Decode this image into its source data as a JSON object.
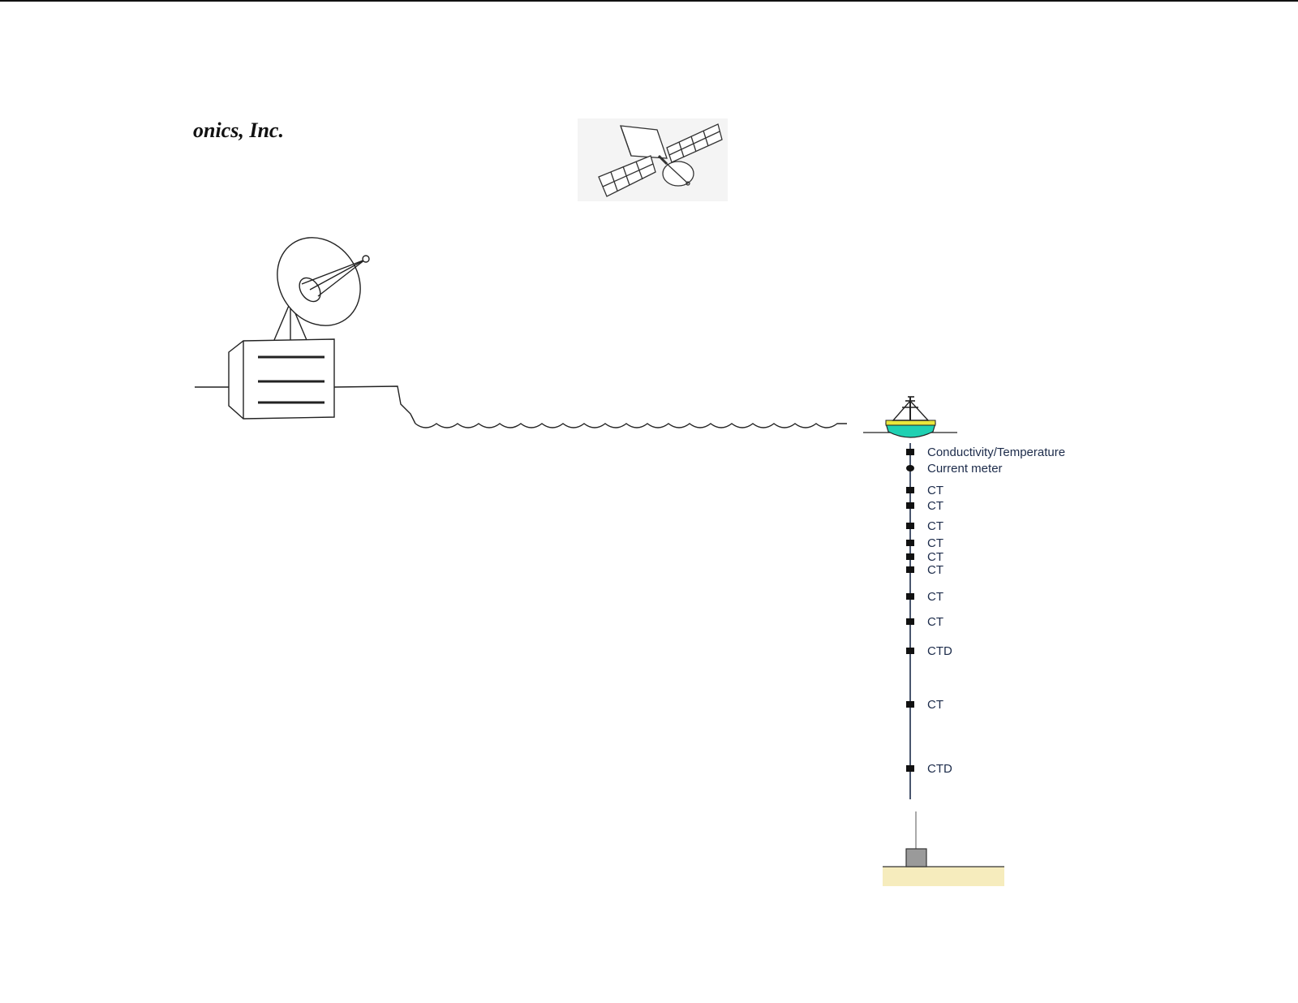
{
  "header": {
    "company": "onics, Inc."
  },
  "mooring": {
    "instruments": [
      {
        "label": "Conductivity/Temperature",
        "kind": "square"
      },
      {
        "label": "Current meter",
        "kind": "round"
      },
      {
        "label": "CT",
        "kind": "square"
      },
      {
        "label": "CT",
        "kind": "square"
      },
      {
        "label": "CT",
        "kind": "square"
      },
      {
        "label": "CT",
        "kind": "square"
      },
      {
        "label": "CT",
        "kind": "square"
      },
      {
        "label": "CT",
        "kind": "square"
      },
      {
        "label": "CT",
        "kind": "square"
      },
      {
        "label": "CT",
        "kind": "square"
      },
      {
        "label": "CTD",
        "kind": "square"
      },
      {
        "label": "CT",
        "kind": "square"
      },
      {
        "label": "CTD",
        "kind": "square"
      }
    ]
  },
  "colors": {
    "buoy_hull": "#1fd0b2",
    "buoy_band": "#e9e73c",
    "seafloor": "#f6ecbd",
    "anchor": "#9a9a9a",
    "line": "#222222",
    "label": "#1c2b4a"
  }
}
